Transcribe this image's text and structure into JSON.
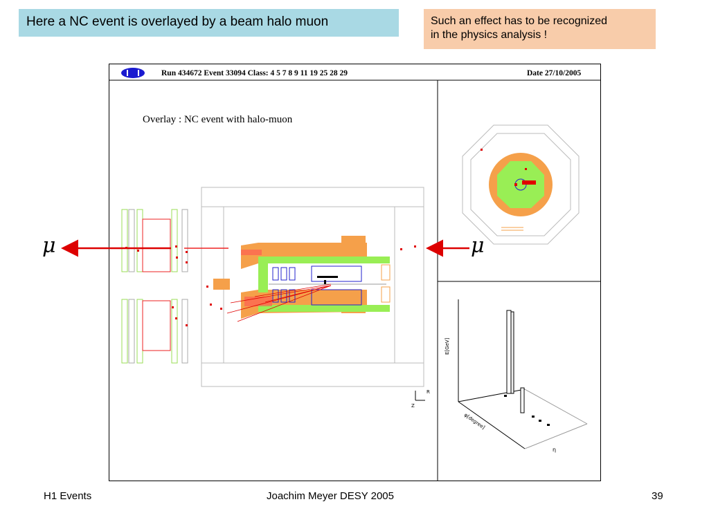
{
  "slide": {
    "title": "Here a NC event is overlayed by a beam halo muon",
    "note_line1": "Such an effect has to be recognized",
    "note_line2": "in the physics analysis  !",
    "footer_left": "H1 Events",
    "footer_center": "Joachim Meyer  DESY  2005",
    "footer_right": "39"
  },
  "event_display": {
    "run_info": "Run 434672  Event 33094  Class: 4 5 7 8 9 11 19 25 28 29",
    "date": "Date 27/10/2005",
    "overlay_title": "Overlay : NC event with halo-muon",
    "muon_symbol_left": "μ",
    "muon_symbol_right": "μ",
    "axis_z": "Z",
    "axis_r": "R",
    "lego_ylabel": "E[GeV]",
    "lego_xlabel": "φ[degree]",
    "lego_eta": "η"
  },
  "colors": {
    "title_bg": "#a9d9e4",
    "note_bg": "#f8ccaa",
    "calorimeter_orange": "#f5a04a",
    "inner_green": "#99ee55",
    "tracker_blue": "#2222cc",
    "hits_red": "#e00000"
  }
}
